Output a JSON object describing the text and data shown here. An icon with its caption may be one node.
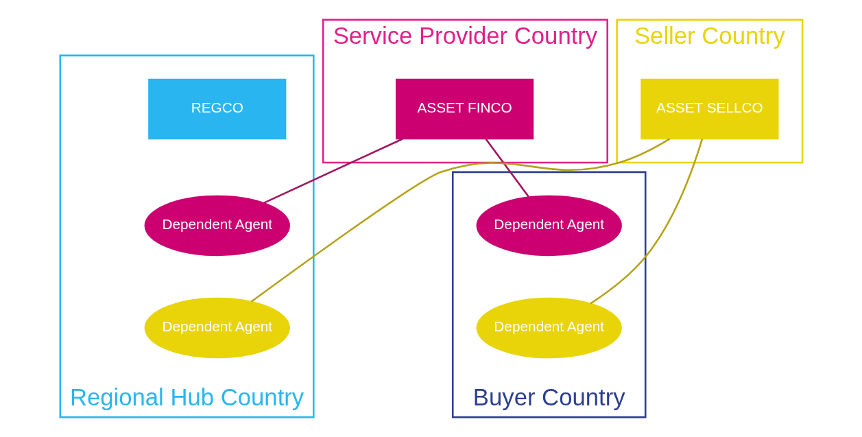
{
  "diagram": {
    "nodes": [
      {
        "text": [
          "Regional Hub Country"
        ]
      },
      {
        "text": [
          "REGCO"
        ],
        "in": 0
      },
      {
        "text": [
          "Dependent Agent"
        ],
        "in": 0
      },
      {
        "text": [
          "Dependent Agent"
        ],
        "in": 0
      },
      {
        "text": [
          "Buyer Country"
        ]
      },
      {
        "text": [
          "Dependent Agent"
        ],
        "in": 4
      },
      {
        "text": [
          "Dependent Agent"
        ],
        "in": 4
      },
      {
        "text": [
          "Service Provider Country"
        ]
      },
      {
        "text": [
          "ASSET FINCO"
        ],
        "in": 7
      },
      {
        "text": [
          "Seller Country"
        ]
      },
      {
        "text": [
          "ASSET SELLCO"
        ],
        "in": 9
      }
    ],
    "edges": [
      {
        "from": 8,
        "to": 2,
        "arrow": "none",
        "color": "#a3145f"
      },
      {
        "from": 8,
        "to": 5,
        "arrow": "none",
        "color": "#a3145f"
      },
      {
        "from": 10,
        "to": 3,
        "arrow": "none",
        "color": "#b5a21a"
      },
      {
        "from": 10,
        "to": 6,
        "arrow": "none",
        "color": "#b5a21a"
      }
    ]
  }
}
